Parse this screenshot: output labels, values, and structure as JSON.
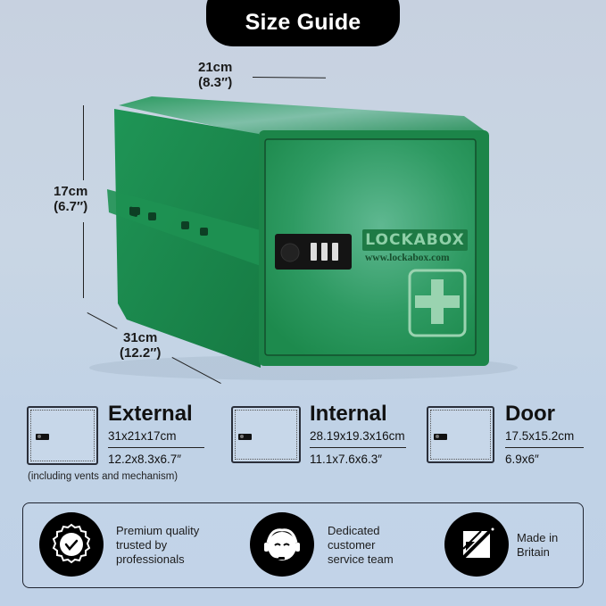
{
  "header": {
    "title": "Size Guide"
  },
  "dimensions": {
    "width": {
      "cm": "21cm",
      "inch": "(8.3″)"
    },
    "height": {
      "cm": "17cm",
      "inch": "(6.7″)"
    },
    "depth": {
      "cm": "31cm",
      "inch": "(12.2″)"
    }
  },
  "product": {
    "brand": "LOCKABOX",
    "url": "www.lockabox.com",
    "lock_type": "3-digit combination lock",
    "emblem": "first-aid-cross-icon",
    "colors": {
      "body": "#1f8a4c",
      "door": "#2a9a5c",
      "emblem": "#9ad3b0"
    }
  },
  "specs": [
    {
      "title": "External",
      "metric_cm": "31x21x17cm",
      "metric_in": "12.2x8.3x6.7″",
      "note": "(including vents and mechanism)"
    },
    {
      "title": "Internal",
      "metric_cm": "28.19x19.3x16cm",
      "metric_in": "11.1x7.6x6.3″"
    },
    {
      "title": "Door",
      "metric_cm": "17.5x15.2cm",
      "metric_in": "6.9x6″"
    }
  ],
  "features": [
    {
      "icon": "quality-badge-icon",
      "line1": "Premium quality",
      "line2": "trusted by",
      "line3": "professionals"
    },
    {
      "icon": "customer-service-headset-icon",
      "line1": "Dedicated",
      "line2": "customer",
      "line3": "service team"
    },
    {
      "icon": "made-in-britain-icon",
      "line1": "Made in",
      "line2": "Britain",
      "line3": ""
    }
  ],
  "colors": {
    "background": "#c6d3e4",
    "accent_black": "#000000",
    "text": "#111111"
  }
}
